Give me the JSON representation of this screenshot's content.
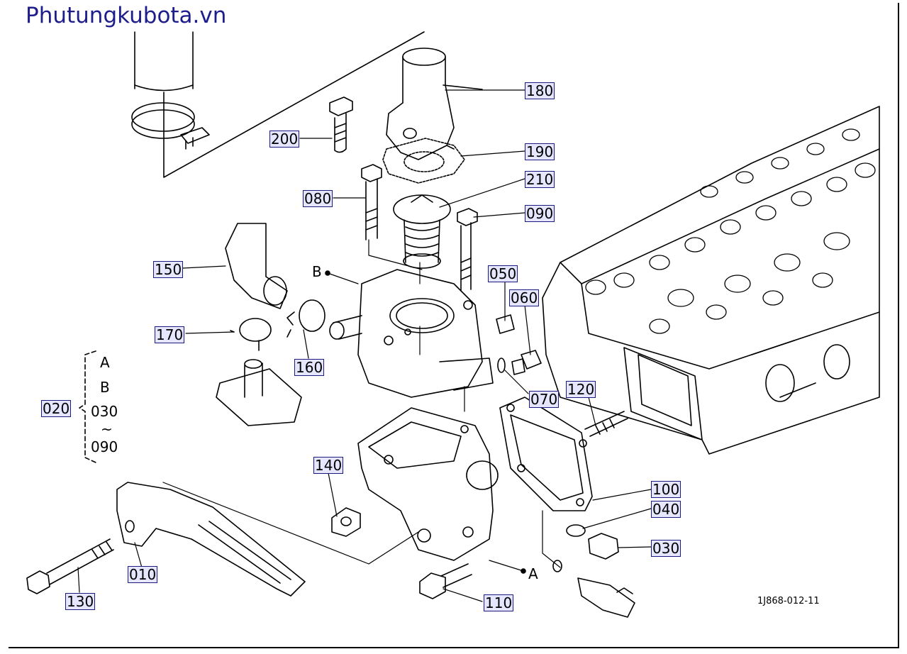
{
  "brand": "Phutungkubota.vn",
  "drawing_ref": "1J868-012-11",
  "markers": {
    "a": "A",
    "b": "B"
  },
  "group": {
    "id": "020",
    "lines": [
      "A",
      "B",
      "030",
      "~",
      "090"
    ]
  },
  "parts": {
    "p180": "180",
    "p190": "190",
    "p200": "200",
    "p210": "210",
    "p080": "080",
    "p090": "090",
    "p150": "150",
    "p050": "050",
    "p060": "060",
    "p170": "170",
    "p160": "160",
    "p070": "070",
    "p120": "120",
    "p140": "140",
    "p100": "100",
    "p040": "040",
    "p030": "030",
    "p010": "010",
    "p130": "130",
    "p110": "110"
  }
}
